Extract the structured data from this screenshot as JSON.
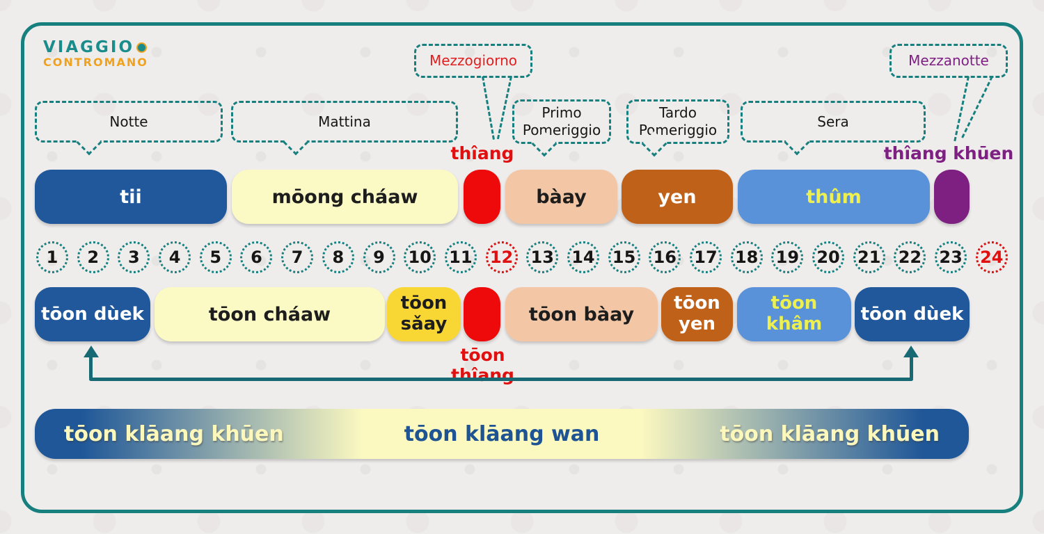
{
  "logo": {
    "line1": "VIAGGIO",
    "line2": "CONTROMANO"
  },
  "callouts": {
    "notte": "Notte",
    "mattina": "Mattina",
    "mezzogiorno": "Mezzogiorno",
    "primo": "Primo Pomeriggio",
    "tardo": "Tardo Pomeriggio",
    "sera": "Sera",
    "mezzanotte": "Mezzanotte"
  },
  "labels": {
    "noon": "thîang",
    "midnight": "thîang khūen",
    "toon_noon": "tōon thîang"
  },
  "row1": {
    "tii": "tii",
    "moong_chaaw": "mōong cháaw",
    "baay": "bàay",
    "yen": "yen",
    "thum": "thûm"
  },
  "hours": [
    "1",
    "2",
    "3",
    "4",
    "5",
    "6",
    "7",
    "8",
    "9",
    "10",
    "11",
    "12",
    "13",
    "14",
    "15",
    "16",
    "17",
    "18",
    "19",
    "20",
    "21",
    "22",
    "23",
    "24"
  ],
  "row2": {
    "toon_duek_left": "tōon dùek",
    "toon_chaaw": "tōon cháaw",
    "toon_saay": "tōon sǎay",
    "toon_baay": "tōon bàay",
    "toon_yen": "tōon yen",
    "toon_kham": "tōon khâm",
    "toon_duek_right": "tōon dùek"
  },
  "bottom_bar": {
    "left": "tōon klāang khūen",
    "center": "tōon klāang wan",
    "right": "tōon klāang khūen"
  },
  "colors": {
    "frame_teal": "#17807f",
    "dark_blue": "#20589b",
    "pale_yellow": "#fbf9c4",
    "red": "#ee0a0a",
    "peach": "#f3c7a6",
    "orange_brown": "#c0611a",
    "medium_blue": "#5a92d9",
    "purple": "#7d2082",
    "yellow": "#f8d734",
    "arrow_teal": "#176a74",
    "label_red": "#e01010",
    "label_purple": "#7d2082",
    "thum_text_yellow": "#edf04f",
    "logo_teal": "#1b8c8c",
    "logo_orange": "#f0a21c"
  }
}
